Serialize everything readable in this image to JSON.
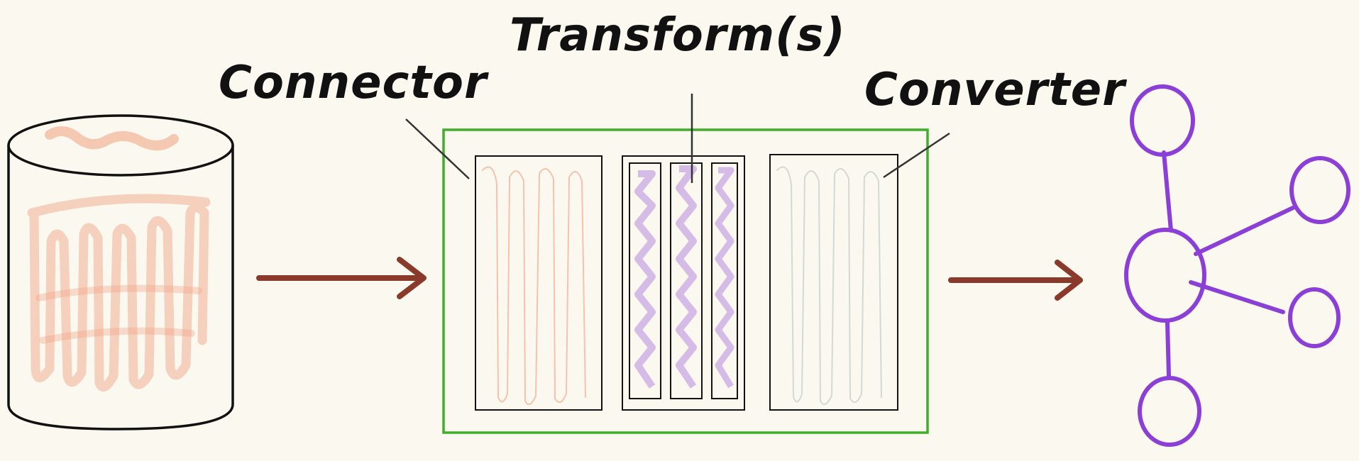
{
  "labels": {
    "connector": "Connector",
    "transforms": "Transform(s)",
    "converter": "Converter"
  },
  "colors": {
    "background": "#faf8ef",
    "ink": "#111111",
    "source_fill": "#f0a080",
    "pipeline_border": "#3fae2a",
    "arrow": "#8a3a2a",
    "transform_fill": "#b48be0",
    "converter_fill": "#cfd8d4",
    "graph": "#8b3fd6"
  }
}
